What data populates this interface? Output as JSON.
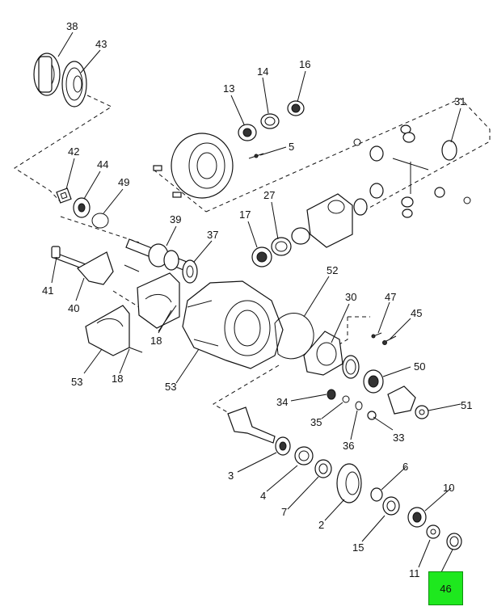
{
  "diagram": {
    "callouts": {
      "c38": "38",
      "c43": "43",
      "c13": "13",
      "c14": "14",
      "c16": "16",
      "c31": "31",
      "c5": "5",
      "c42": "42",
      "c44": "44",
      "c49": "49",
      "c39": "39",
      "c17": "17",
      "c27": "27",
      "c37": "37",
      "c41": "41",
      "c40": "40",
      "c52": "52",
      "c30": "30",
      "c47": "47",
      "c45": "45",
      "c18a": "18",
      "c18b": "18",
      "c53a": "53",
      "c53b": "53",
      "c50": "50",
      "c34": "34",
      "c51": "51",
      "c35": "35",
      "c33": "33",
      "c36": "36",
      "c3": "3",
      "c6": "6",
      "c4": "4",
      "c7": "7",
      "c2": "2",
      "c10": "10",
      "c15": "15",
      "c11": "11"
    },
    "highlighted_part": "46",
    "highlight_color": "#1ee81e"
  }
}
